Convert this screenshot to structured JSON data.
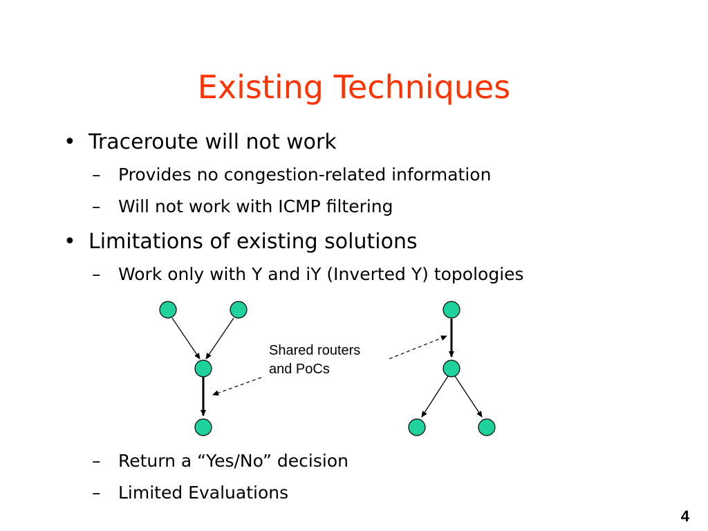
{
  "slide": {
    "title": "Existing Techniques",
    "page_number": "4"
  },
  "bullets": [
    {
      "marker": "•",
      "text": "Traceroute will not work",
      "sub": [
        {
          "marker": "–",
          "text": "Provides no congestion-related information"
        },
        {
          "marker": "–",
          "text": "Will not work with ICMP filtering"
        }
      ]
    },
    {
      "marker": "•",
      "text": "Limitations of existing solutions",
      "sub": [
        {
          "marker": "–",
          "text": "Work only with Y and iY (Inverted Y) topologies"
        },
        {
          "marker": "–",
          "text": "Return a “Yes/No” decision"
        },
        {
          "marker": "–",
          "text": "Limited Evaluations"
        }
      ]
    }
  ],
  "diagram": {
    "callout_line1": "Shared routers",
    "callout_line2": "and PoCs",
    "colors": {
      "node_fill": "#1fd19c",
      "node_stroke": "#000000",
      "title": "#ff3300"
    }
  }
}
